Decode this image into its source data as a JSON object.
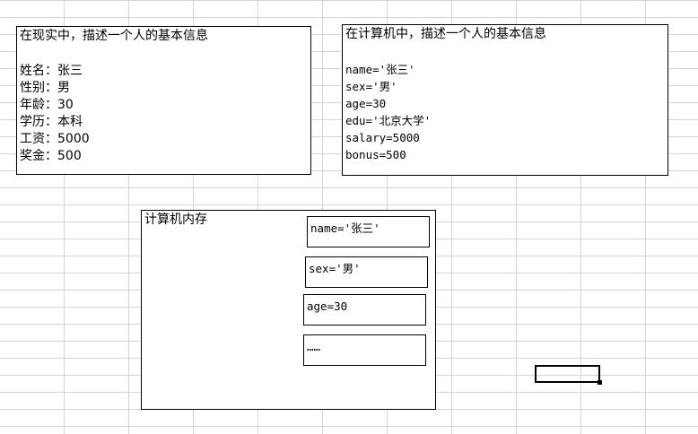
{
  "real_box": {
    "title": "在现实中，描述一个人的基本信息",
    "lines": [
      "姓名：张三",
      "性别：男",
      "年龄：30",
      "学历：本科",
      "工资：5000",
      "奖金：500"
    ]
  },
  "computer_box": {
    "title": "在计算机中，描述一个人的基本信息",
    "lines": [
      "name='张三'",
      "sex='男'",
      "age=30",
      "edu='北京大学'",
      "salary=5000",
      "bonus=500"
    ]
  },
  "memory_box": {
    "title": "计算机内存",
    "cells": [
      "name='张三'",
      "sex='男'",
      "age=30",
      "……"
    ]
  }
}
